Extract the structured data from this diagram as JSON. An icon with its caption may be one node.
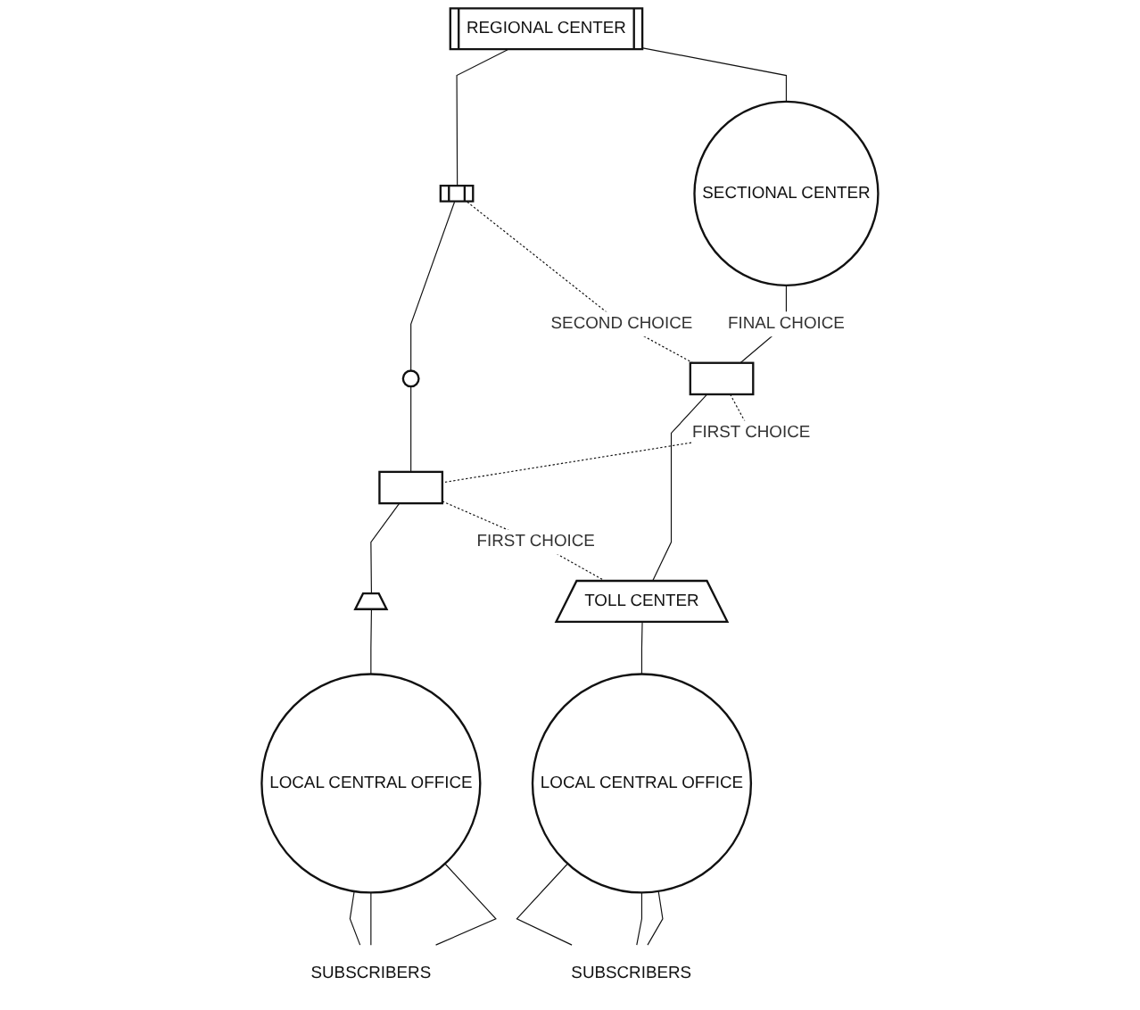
{
  "diagram": {
    "nodes": [
      {
        "text": [
          "REGIONAL CENTER"
        ]
      },
      {
        "text": [],
        "shape": "box"
      },
      {
        "text": [
          "SECTIONAL CENTER"
        ]
      },
      {
        "text": [],
        "shape": "circle"
      },
      {
        "text": [],
        "shape": "box"
      },
      {
        "text": [],
        "shape": "box"
      },
      {
        "text": [
          "TOLL CENTER"
        ]
      },
      {
        "text": [],
        "shape": "triangle"
      },
      {
        "text": [
          "LOCAL CENTRAL OFFICE"
        ]
      },
      {
        "text": [
          "LOCAL CENTRAL OFFICE"
        ]
      },
      {
        "text": [
          "SUBSCRIBERS"
        ]
      },
      {
        "text": [
          "SUBSCRIBERS"
        ]
      }
    ],
    "edges": [
      {
        "from": 0,
        "to": 1,
        "arrow": "none"
      },
      {
        "from": 0,
        "to": 2,
        "arrow": "none"
      },
      {
        "from": 2,
        "to": 4,
        "arrow": "none",
        "label": "FINAL CHOICE"
      },
      {
        "from": 4,
        "to": 6,
        "arrow": "none"
      },
      {
        "from": 6,
        "to": 8,
        "arrow": "none"
      },
      {
        "from": 1,
        "to": 3,
        "arrow": "none"
      },
      {
        "from": 3,
        "to": 5,
        "arrow": "none"
      },
      {
        "from": 5,
        "to": 7,
        "arrow": "none"
      },
      {
        "from": 7,
        "to": 9,
        "arrow": "none"
      },
      {
        "from": 1,
        "to": 4,
        "arrow": "none",
        "style": "dashed",
        "label": "SECOND CHOICE"
      },
      {
        "from": 4,
        "to": 5,
        "arrow": "none",
        "style": "dashed",
        "label": "FIRST CHOICE"
      },
      {
        "from": 5,
        "to": 6,
        "arrow": "none",
        "style": "dashed",
        "label": "FIRST CHOICE"
      },
      {
        "from": 8,
        "to": 10,
        "arrow": "none"
      },
      {
        "from": 8,
        "to": 10,
        "arrow": "none"
      },
      {
        "from": 8,
        "to": 10,
        "arrow": "none"
      },
      {
        "from": 9,
        "to": 11,
        "arrow": "none"
      },
      {
        "from": 9,
        "to": 11,
        "arrow": "none"
      },
      {
        "from": 9,
        "to": 11,
        "arrow": "none"
      }
    ]
  }
}
